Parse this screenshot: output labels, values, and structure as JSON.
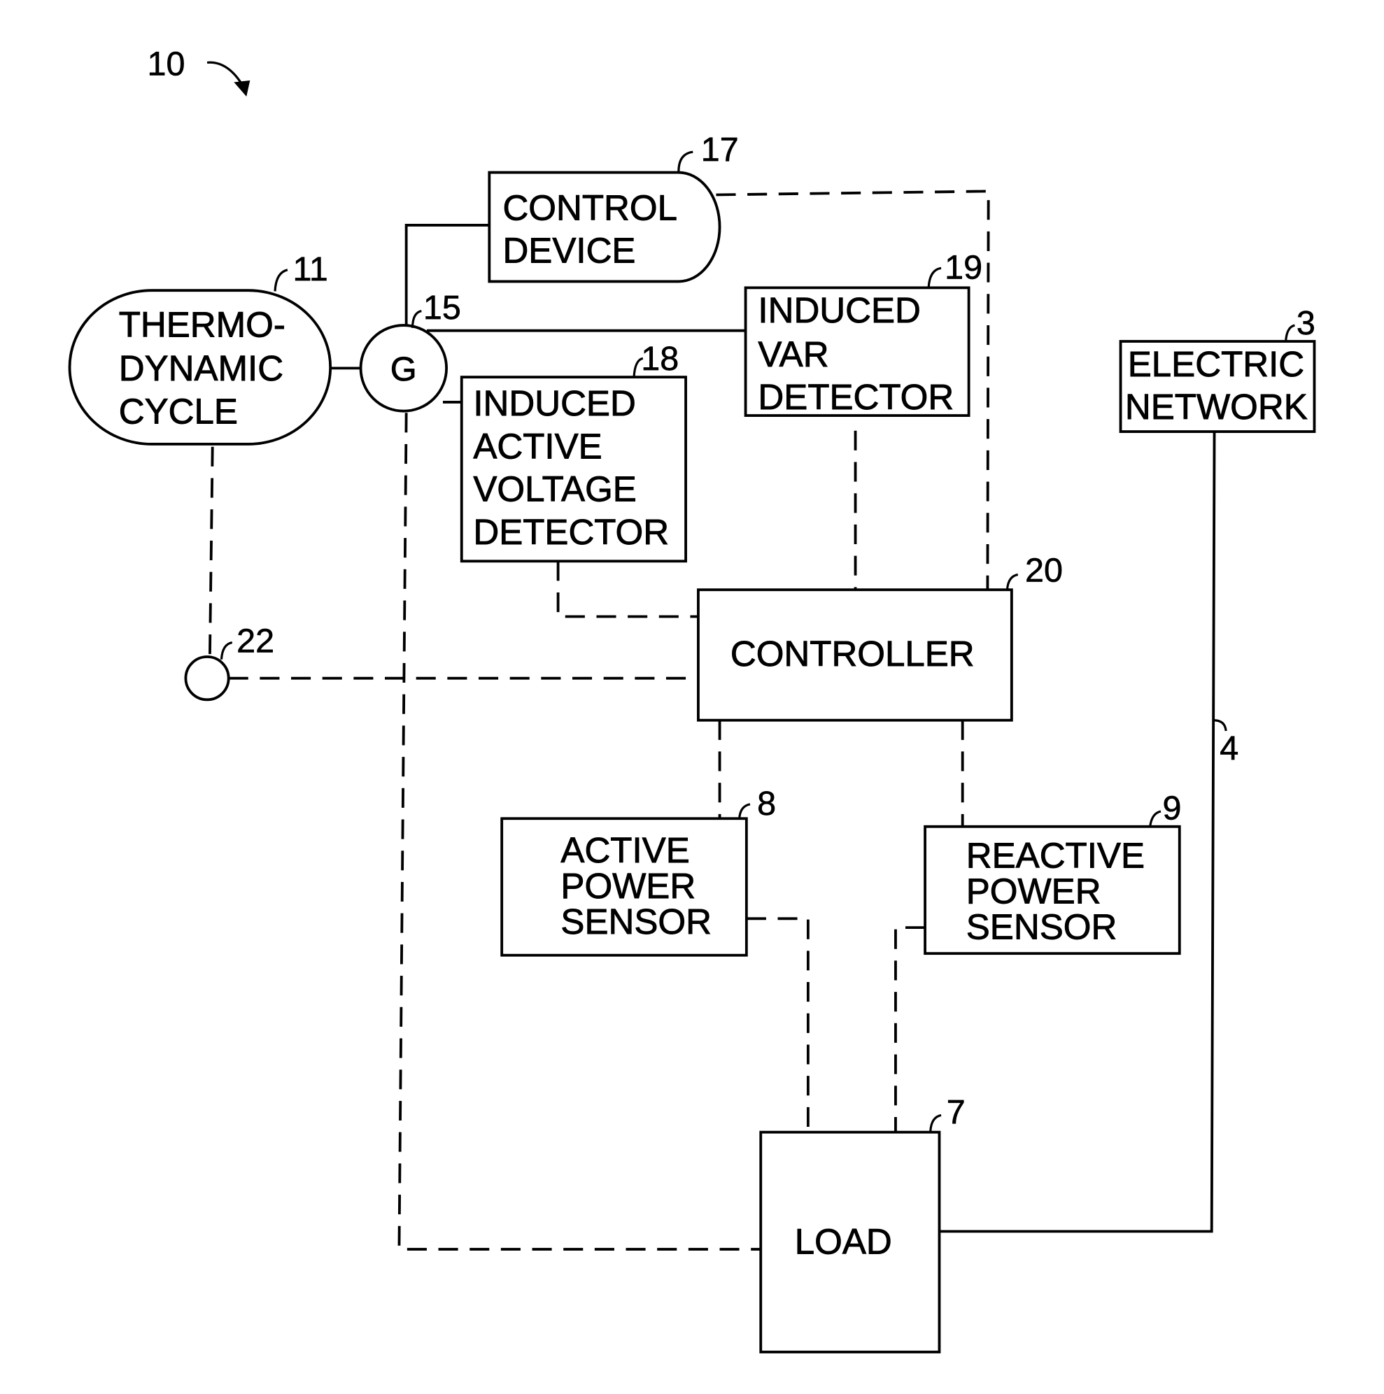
{
  "figure_ref": "10",
  "colors": {
    "ink": "#000000",
    "paper": "#ffffff"
  },
  "blocks": {
    "control_device": {
      "ref": "17",
      "lines": [
        "CONTROL",
        "DEVICE"
      ]
    },
    "thermodynamic_cycle": {
      "ref": "11",
      "lines": [
        "THERMO-",
        "DYNAMIC",
        "CYCLE"
      ]
    },
    "generator": {
      "ref": "15",
      "label": "G"
    },
    "induced_active_voltage_detector": {
      "ref": "18",
      "lines": [
        "INDUCED",
        "ACTIVE",
        "VOLTAGE",
        "DETECTOR"
      ]
    },
    "induced_var_detector": {
      "ref": "19",
      "lines": [
        "INDUCED",
        "VAR",
        "DETECTOR"
      ]
    },
    "electric_network": {
      "ref": "3",
      "lines": [
        "ELECTRIC",
        "NETWORK"
      ]
    },
    "controller": {
      "ref": "20",
      "label": "CONTROLLER"
    },
    "node": {
      "ref": "22"
    },
    "active_power_sensor": {
      "ref": "8",
      "lines": [
        "ACTIVE",
        "POWER",
        "SENSOR"
      ]
    },
    "reactive_power_sensor": {
      "ref": "9",
      "lines": [
        "REACTIVE",
        "POWER",
        "SENSOR"
      ]
    },
    "load": {
      "ref": "7",
      "label": "LOAD"
    }
  },
  "network_line_ref": "4"
}
